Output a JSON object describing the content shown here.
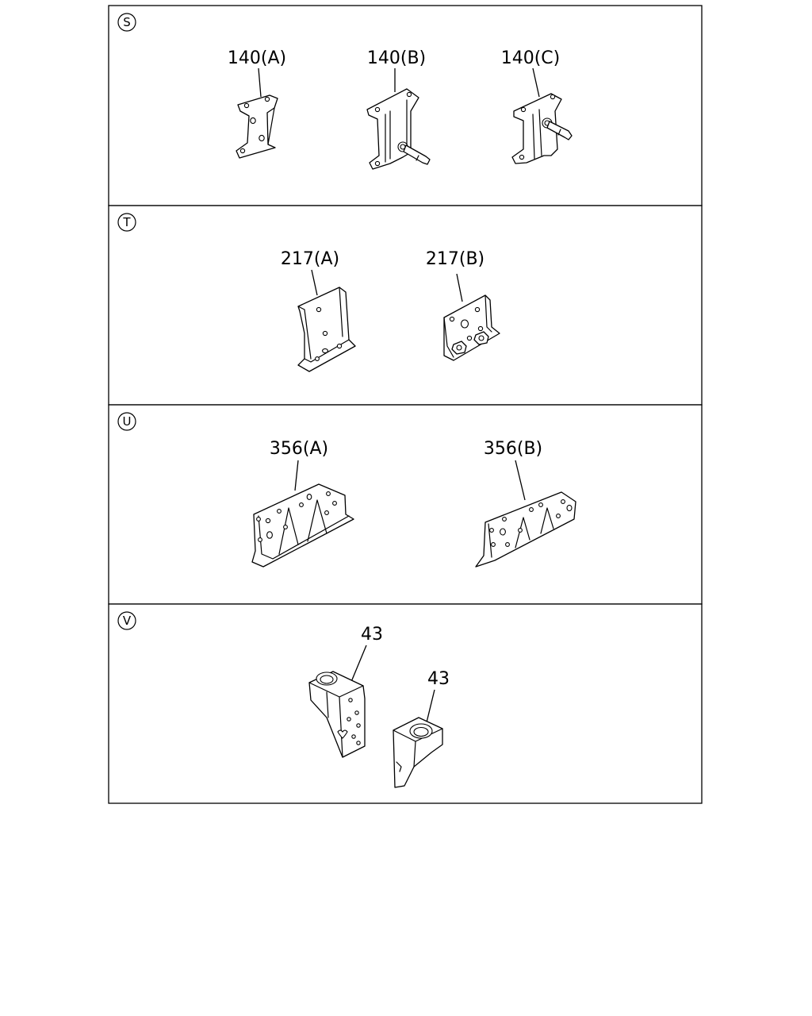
{
  "panels": [
    {
      "badge": "S",
      "labels": [
        "140(A)",
        "140(B)",
        "140(C)"
      ]
    },
    {
      "badge": "T",
      "labels": [
        "217(A)",
        "217(B)"
      ]
    },
    {
      "badge": "U",
      "labels": [
        "356(A)",
        "356(B)"
      ]
    },
    {
      "badge": "V",
      "labels": [
        "43",
        "43"
      ]
    }
  ]
}
